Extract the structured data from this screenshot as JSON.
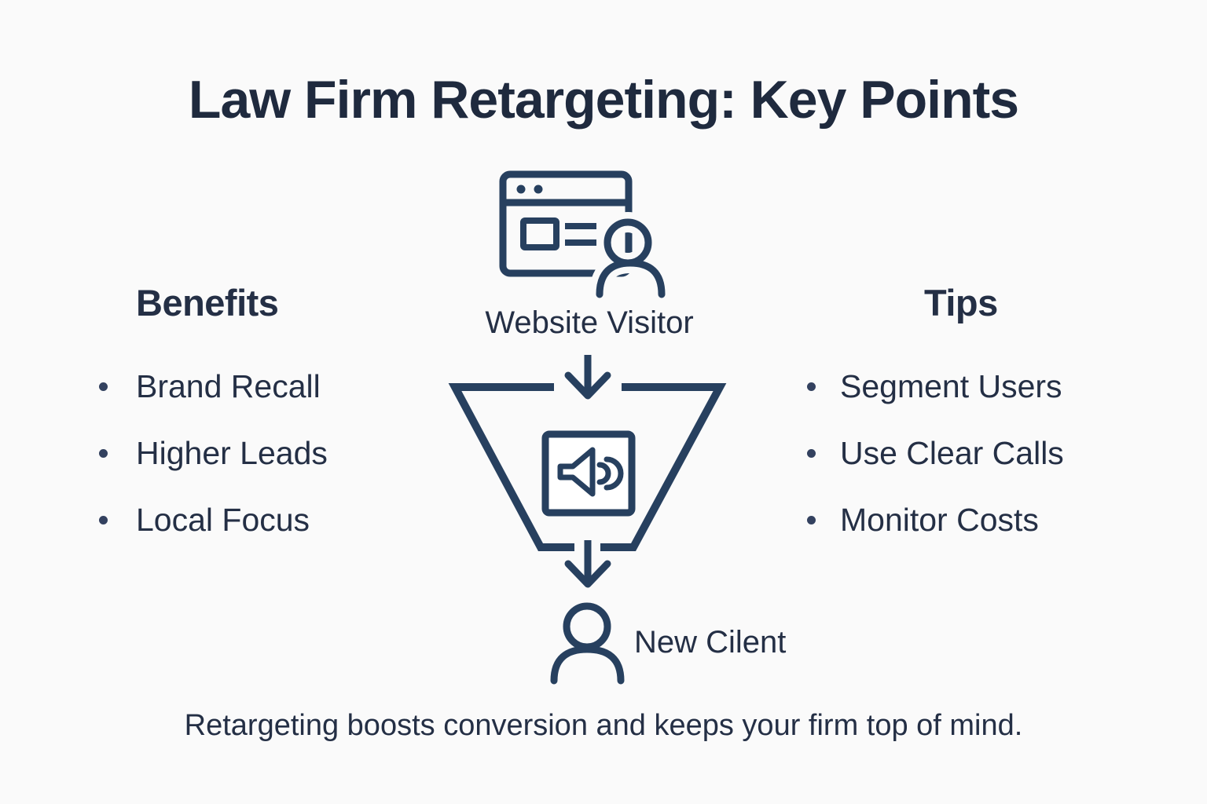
{
  "title": "Law Firm Retargeting: Key Points",
  "benefits": {
    "heading": "Benefits",
    "items": [
      "Brand Recall",
      "Higher Leads",
      "Local Focus"
    ]
  },
  "tips": {
    "heading": "Tips",
    "items": [
      "Segment Users",
      "Use Clear Calls",
      "Monitor Costs"
    ]
  },
  "flow": {
    "visitor_label": "Website Visitor",
    "client_label": "New Cilent"
  },
  "caption": "Retargeting boosts conversion and keeps your firm top of mind.",
  "icons": {
    "visitor": "browser-window-user-icon",
    "arrow_top": "arrow-down-icon",
    "funnel": "funnel-icon",
    "ad": "speaker-ad-icon",
    "arrow_bottom": "arrow-down-icon",
    "client": "person-icon"
  },
  "colors": {
    "background": "#fafafa",
    "text": "#242f45",
    "title": "#1f2a3e",
    "icon_stroke": "#27405f"
  }
}
